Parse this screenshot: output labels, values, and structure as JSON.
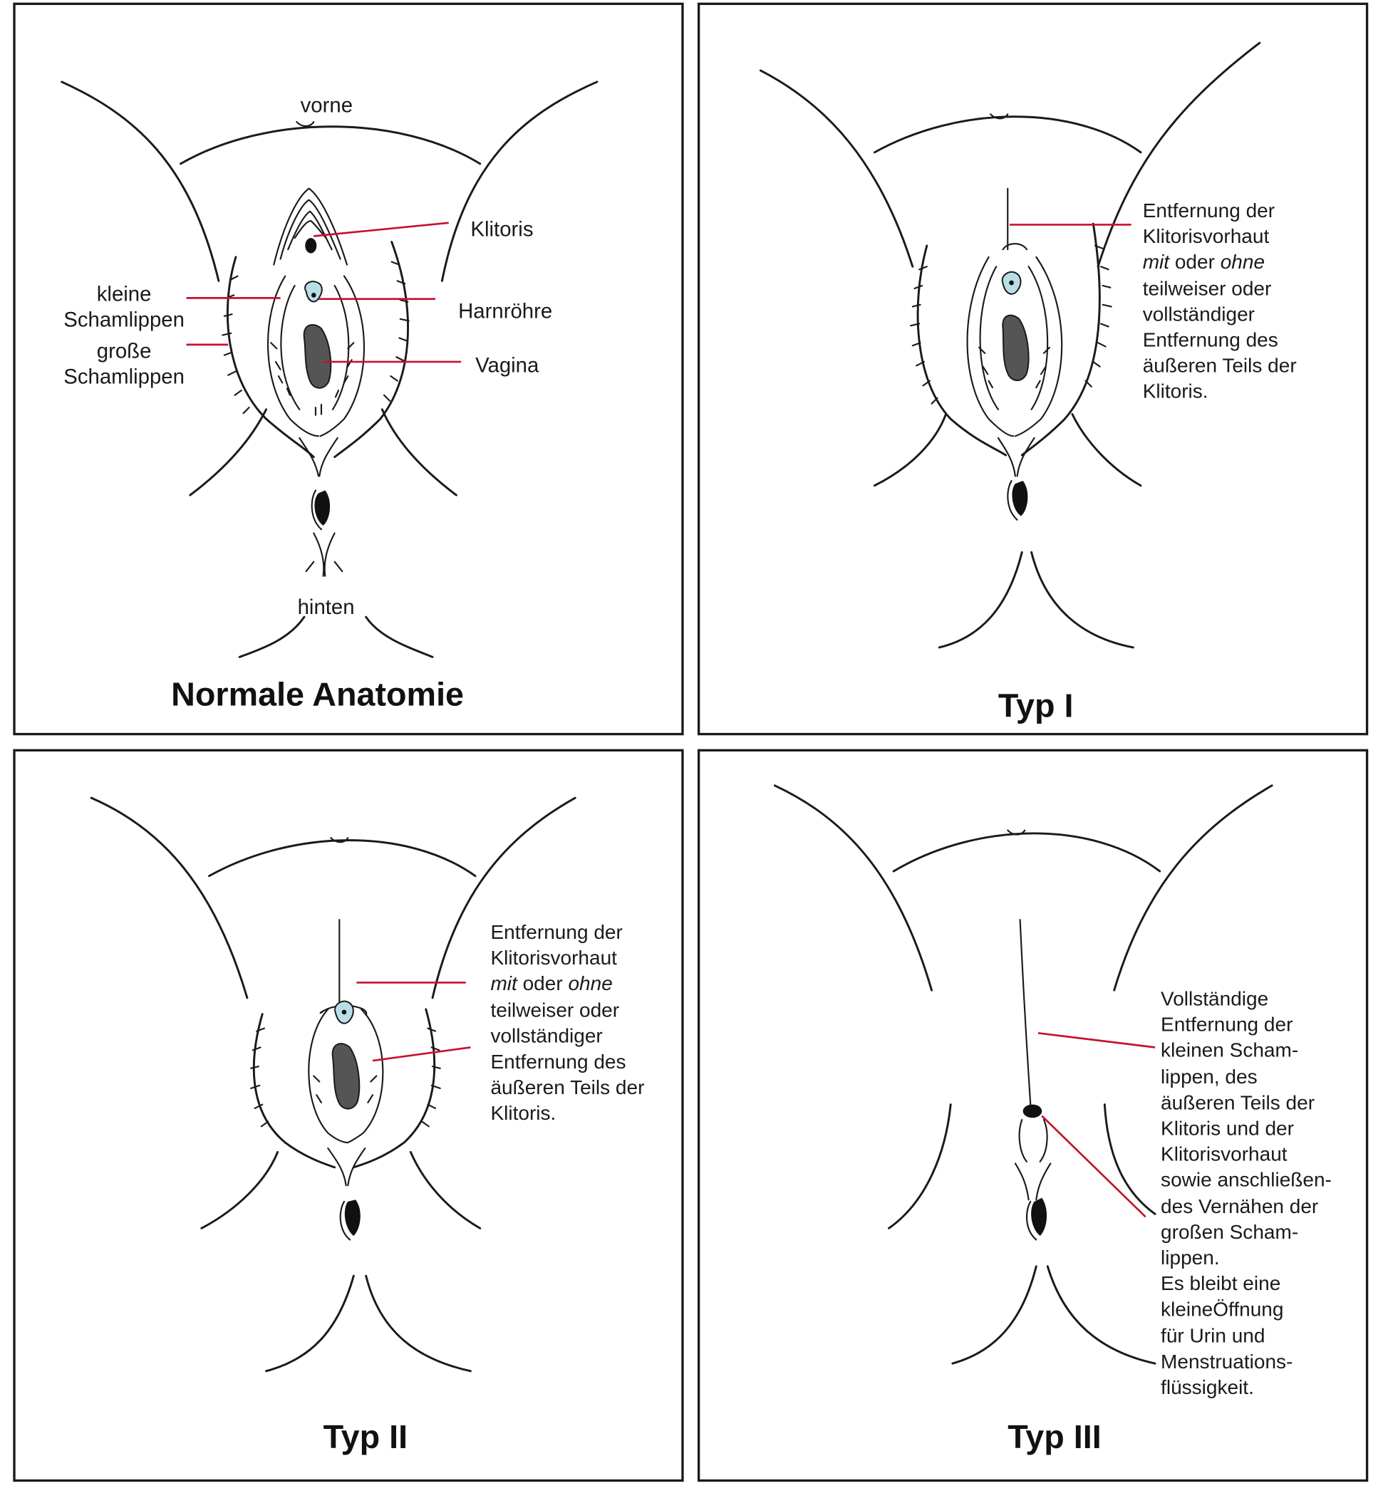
{
  "panels": {
    "normal": {
      "title": "Normale Anatomie",
      "labels": {
        "front": "vorne",
        "back": "hinten",
        "clitoris": "Klitoris",
        "urethra": "Harnröhre",
        "vagina": "Vagina",
        "labia_minora_1": "kleine",
        "labia_minora_2": "Schamlippen",
        "labia_majora_1": "große",
        "labia_majora_2": "Schamlippen"
      }
    },
    "type1": {
      "title": "Typ I",
      "description": {
        "l1": "Entfernung der",
        "l2": "Klitorisvorhaut",
        "l3_italic_a": "mit",
        "l3_mid": " oder ",
        "l3_italic_b": "ohne",
        "l4": "teilweiser oder",
        "l5": "vollständiger",
        "l6": "Entfernung des",
        "l7": "äußeren Teils der",
        "l8": "Klitoris."
      }
    },
    "type2": {
      "title": "Typ II",
      "description": {
        "l1": "Entfernung der",
        "l2": "Klitorisvorhaut",
        "l3_italic_a": "mit",
        "l3_mid": " oder ",
        "l3_italic_b": "ohne",
        "l4": "teilweiser oder",
        "l5": "vollständiger",
        "l6": "Entfernung des",
        "l7": "äußeren Teils der",
        "l8": "Klitoris."
      }
    },
    "type3": {
      "title": "Typ III",
      "description": [
        "Vollständige",
        "Entfernung der",
        "kleinen Scham-",
        "lippen, des",
        "äußeren Teils der",
        "Klitoris und der",
        "Klitorisvorhaut",
        "sowie anschließen-",
        "des Vernähen der",
        "großen Scham-",
        "lippen.",
        "Es bleibt eine",
        "kleineÖffnung",
        "für Urin und",
        "Menstruations-",
        "flüssigkeit."
      ]
    }
  },
  "colors": {
    "leader_line": "#c8102e",
    "urethra_fill": "#b9dfe6",
    "vagina_fill": "#555555",
    "frame": "#1a1a1a"
  }
}
